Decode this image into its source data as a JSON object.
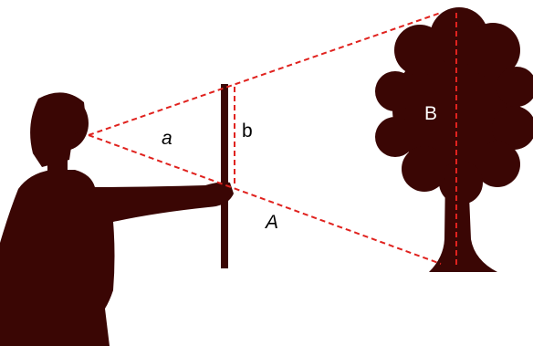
{
  "labels": {
    "observer_angle": "a",
    "stick_height": "b",
    "distance_to_tree": "A",
    "tree_height": "B"
  },
  "colors": {
    "silhouette": "#3a0604",
    "sightline": "#e0221e",
    "tree_label": "#ffffff",
    "text": "#000000",
    "background": "#ffffff"
  }
}
